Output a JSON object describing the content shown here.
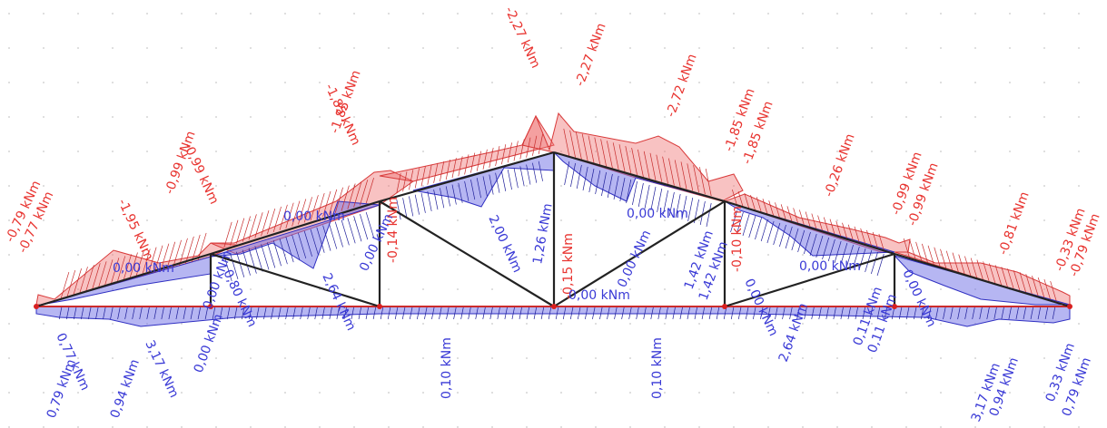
{
  "colors": {
    "negative": "#e8332f",
    "positive": "#3a3ad6",
    "member": "#222222",
    "node": "#d81f1f"
  },
  "labels_negative": [
    "-0,79 kNm",
    "-0,77 kNm",
    "-1,95 kNm",
    "-0,99 kNm",
    "-0,99 kNm",
    "-1,85 kNm",
    "-1,85 kNm",
    "-2,27 kNm",
    "-2,27 kNm",
    "-2,72 kNm",
    "-1,85 kNm",
    "-1,85 kNm",
    "-0,26 kNm",
    "-0,99 kNm",
    "-0,99 kNm",
    "-0,81 kNm",
    "-0,33 kNm",
    "-0,79 kNm",
    "-0,14 kNm",
    "-0,10 kNm",
    "-0,15 kNm"
  ],
  "labels_positive": [
    "0,00 kNm",
    "0,00 kNm",
    "0,00 kNm",
    "0,00 kNm",
    "0,00 kNm",
    "0,00 kNm",
    "0,00 kNm",
    "0,80 kNm",
    "2,64 kNm",
    "2,00 kNm",
    "1,26 kNm",
    "0,00 kNm",
    "1,42 kNm",
    "1,42 kNm",
    "0,00 kNm",
    "2,64 kNm",
    "0,11 kNm",
    "0,11 kNm",
    "0,00 kNm",
    "0,79 kNm",
    "0,77 kNm",
    "0,94 kNm",
    "3,17 kNm",
    "0,00 kNm",
    "0,10 kNm",
    "0,10 kNm",
    "3,17 kNm",
    "0,94 kNm",
    "0,33 kNm",
    "0,79 kNm"
  ]
}
